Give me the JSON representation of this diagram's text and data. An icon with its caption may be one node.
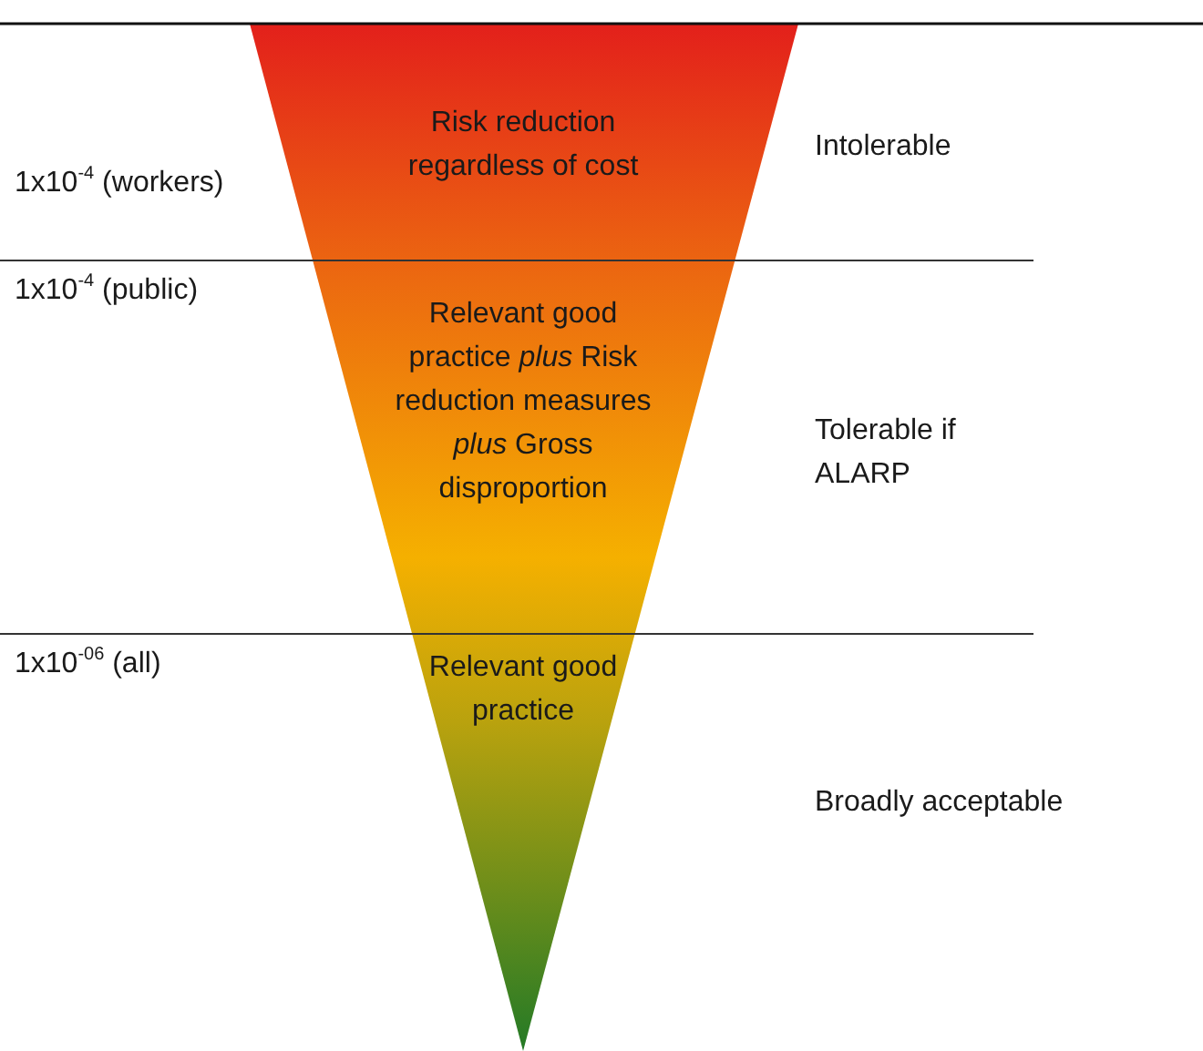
{
  "diagram": {
    "labels": [
      "Risk reduction regardless of cost",
      "Intolerable",
      "1x10$^{-4}$ (workers)",
      "1x10$^{-4}$ (public)",
      "Relevant good practice *plus* Risk reduction measures *plus* Gross disproportion",
      "Tolerable if ALARP",
      "1x10$^{-06}$ (all)",
      "Relevant good practice",
      "Broadly acceptable"
    ]
  }
}
